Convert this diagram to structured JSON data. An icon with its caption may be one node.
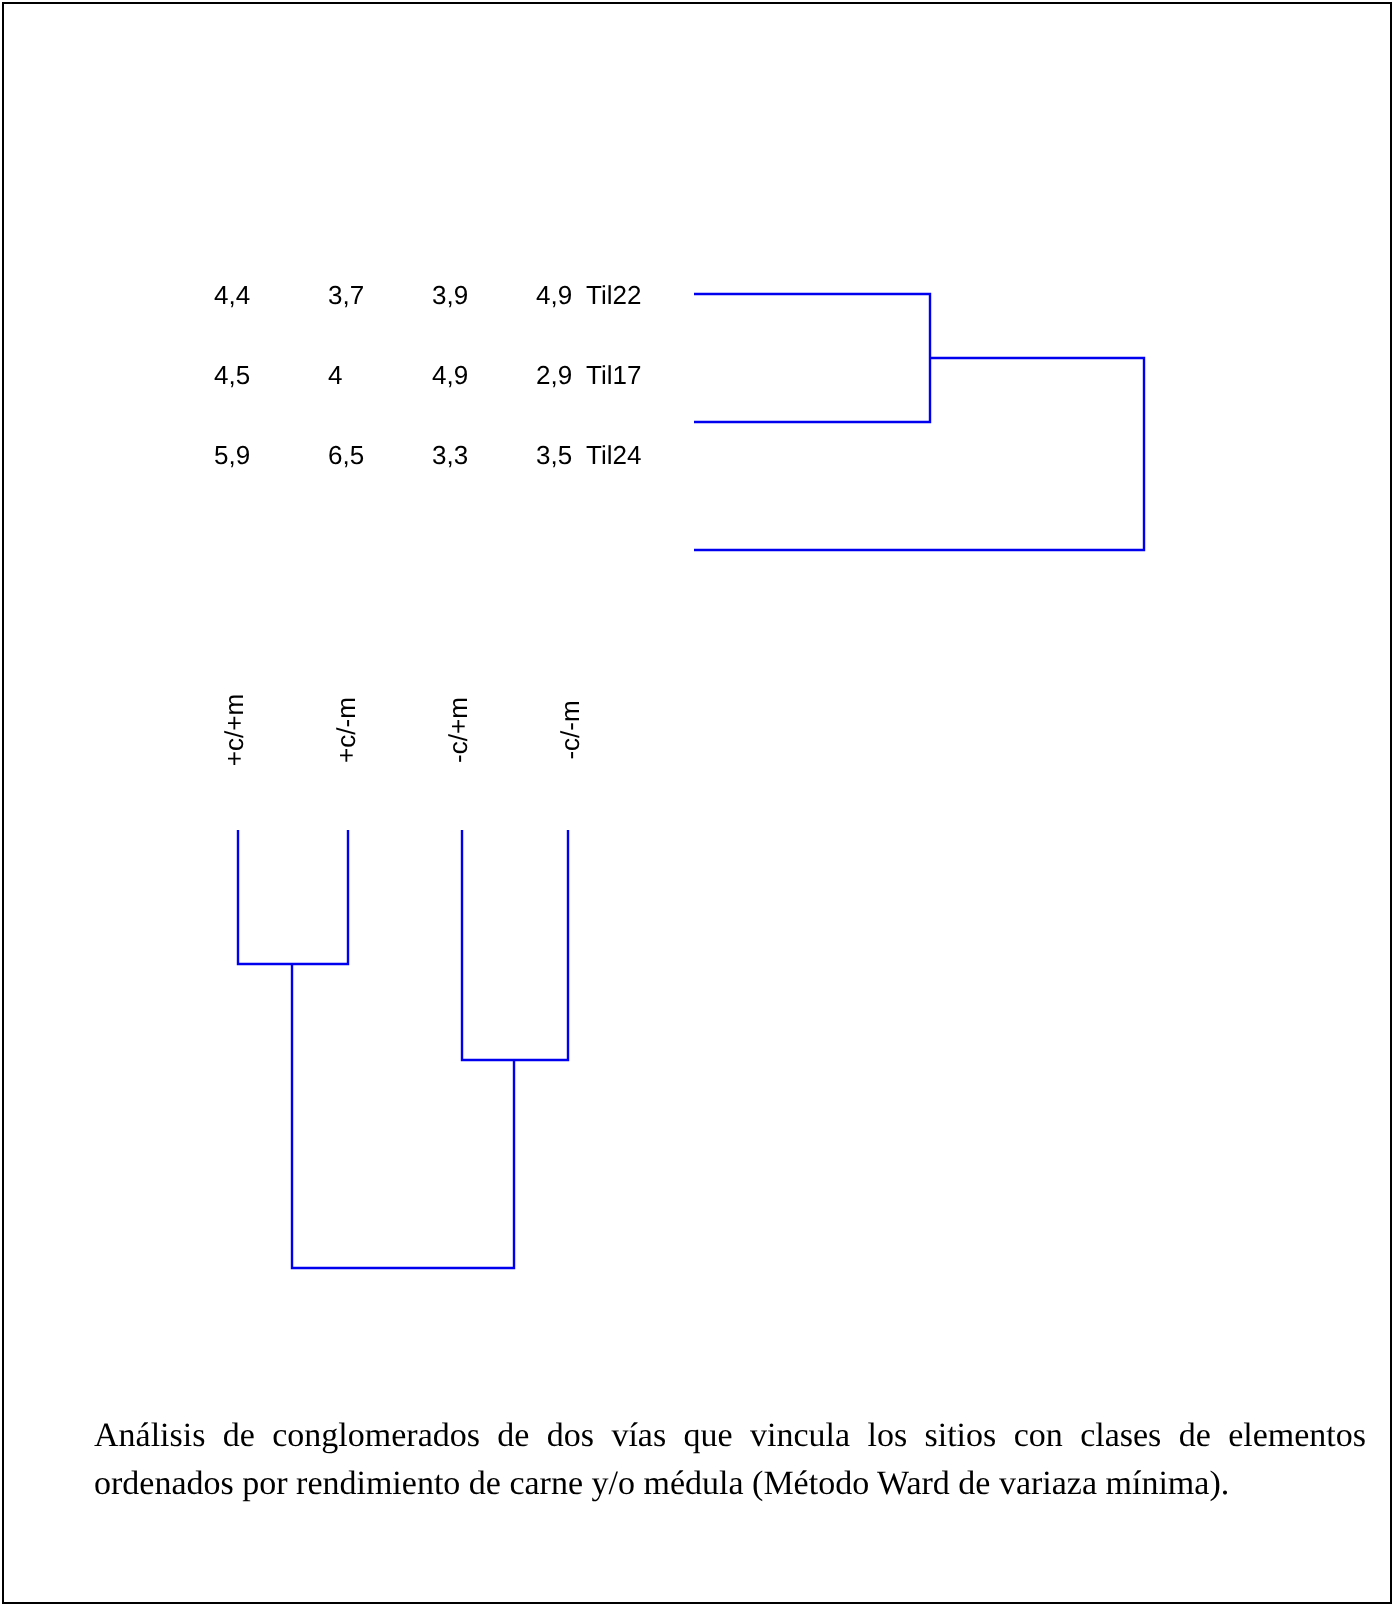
{
  "diagram": {
    "caption": "Análisis de conglomerados de dos vías que vincula los sitios con clases de elementos ordenados por rendimiento de carne y/o médula (Método Ward de variaza mínima).",
    "labels": [
      "4,4",
      "3,7",
      "3,9",
      "4,9",
      "Til22",
      "4,5",
      "4",
      "4,9",
      "2,9",
      "Til17",
      "5,9",
      "6,5",
      "3,3",
      "3,5",
      "Til24",
      "+c/+m",
      "+c/-m",
      "-c/+m",
      "-c/-m"
    ]
  }
}
